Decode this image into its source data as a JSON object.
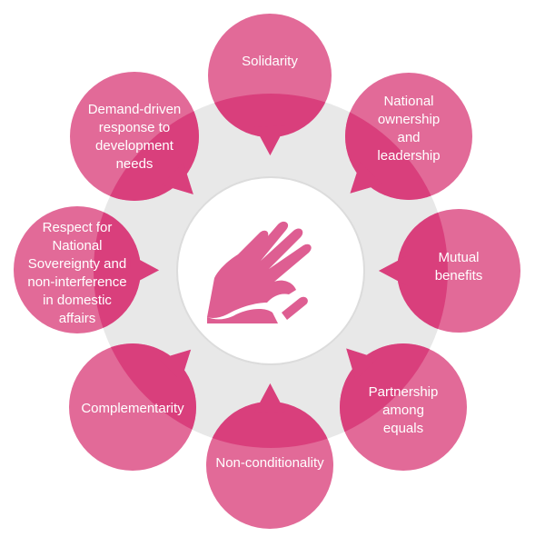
{
  "colors": {
    "bubble": "#e26a98",
    "overlap": "#d93f7c",
    "ring": "#e8e8e8",
    "center_fill": "#ffffff",
    "center_border": "#dcdcdc",
    "icon": "#de5e92",
    "text": "#ffffff"
  },
  "center": {
    "icon": "hand-icon"
  },
  "principles": [
    {
      "label": "Solidarity"
    },
    {
      "label": "National ownership and leadership"
    },
    {
      "label": "Mutual benefits"
    },
    {
      "label": "Partnership among equals"
    },
    {
      "label": "Non-conditionality"
    },
    {
      "label": "Complementarity"
    },
    {
      "label": "Respect for National Sovereignty and non-interference in domestic affairs"
    },
    {
      "label": "Demand-driven response to development needs"
    }
  ]
}
